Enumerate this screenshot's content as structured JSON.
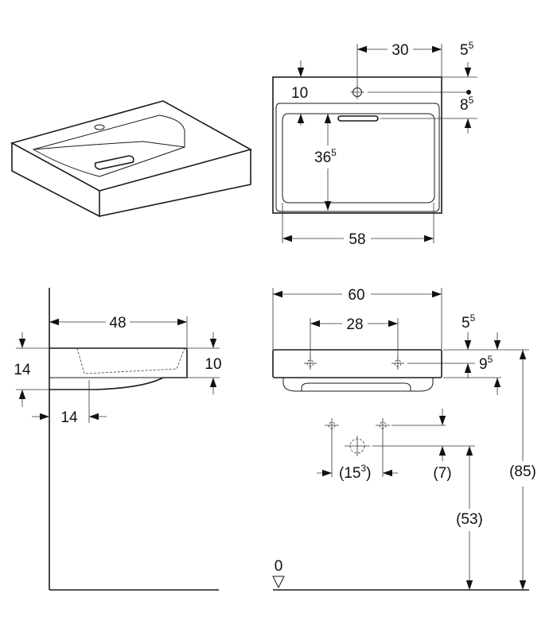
{
  "plan_view": {
    "tap_offset": "30",
    "edge_top": {
      "main": "5",
      "sup": "5"
    },
    "rim_depth": "10",
    "overflow": {
      "main": "8",
      "sup": "5"
    },
    "basin_depth": {
      "main": "36",
      "sup": "5"
    },
    "basin_width": "58"
  },
  "side_view": {
    "depth": "48",
    "height": "14",
    "rim": "10",
    "wall_gap": "14"
  },
  "front_view": {
    "width": "60",
    "fixing_spacing": "28",
    "top_offset": {
      "main": "5",
      "sup": "5"
    },
    "fixing_height": {
      "main": "9",
      "sup": "5"
    },
    "supply_spacing": {
      "main": "(15",
      "sup": "3",
      "close": ")"
    },
    "supply_offset": "(7)",
    "drain_height": "(53)",
    "rim_height": "(85)",
    "floor_level": "0"
  }
}
